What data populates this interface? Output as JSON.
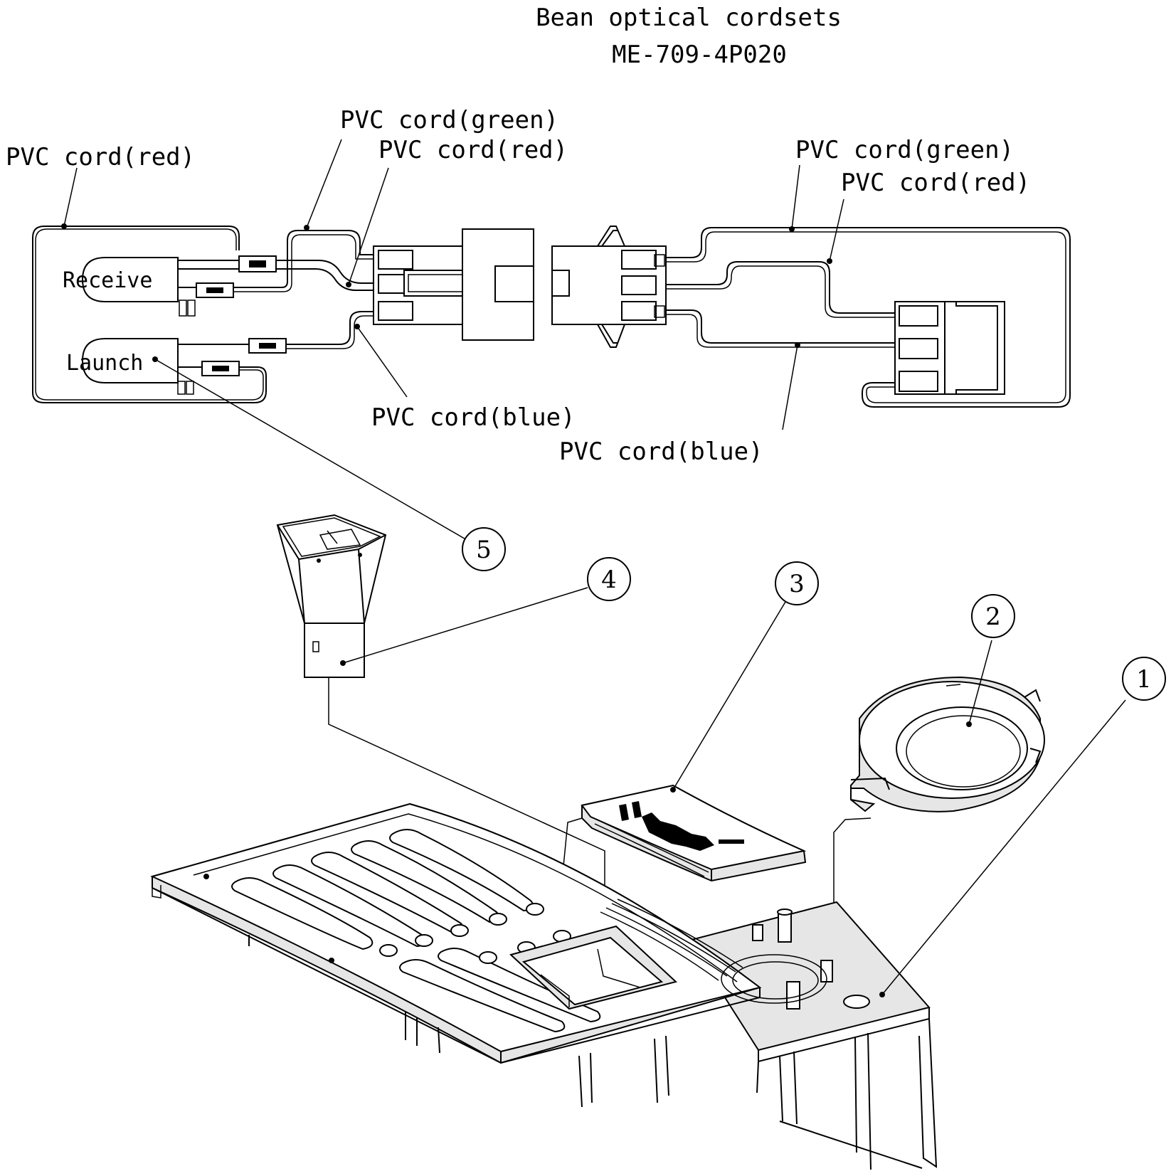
{
  "title": "Bean optical cordsets",
  "part_number": "ME-709-4P020",
  "cord_labels": {
    "left_red": "PVC cord(red)",
    "left_green": "PVC cord(green)",
    "left_red_inner": "PVC cord(red)",
    "left_blue": "PVC cord(blue)",
    "right_green": "PVC cord(green)",
    "right_red": "PVC cord(red)",
    "right_blue": "PVC cord(blue)"
  },
  "sensor_labels": {
    "receive": "Receive",
    "launch": "Launch"
  },
  "callouts": [
    "1",
    "2",
    "3",
    "4",
    "5"
  ]
}
